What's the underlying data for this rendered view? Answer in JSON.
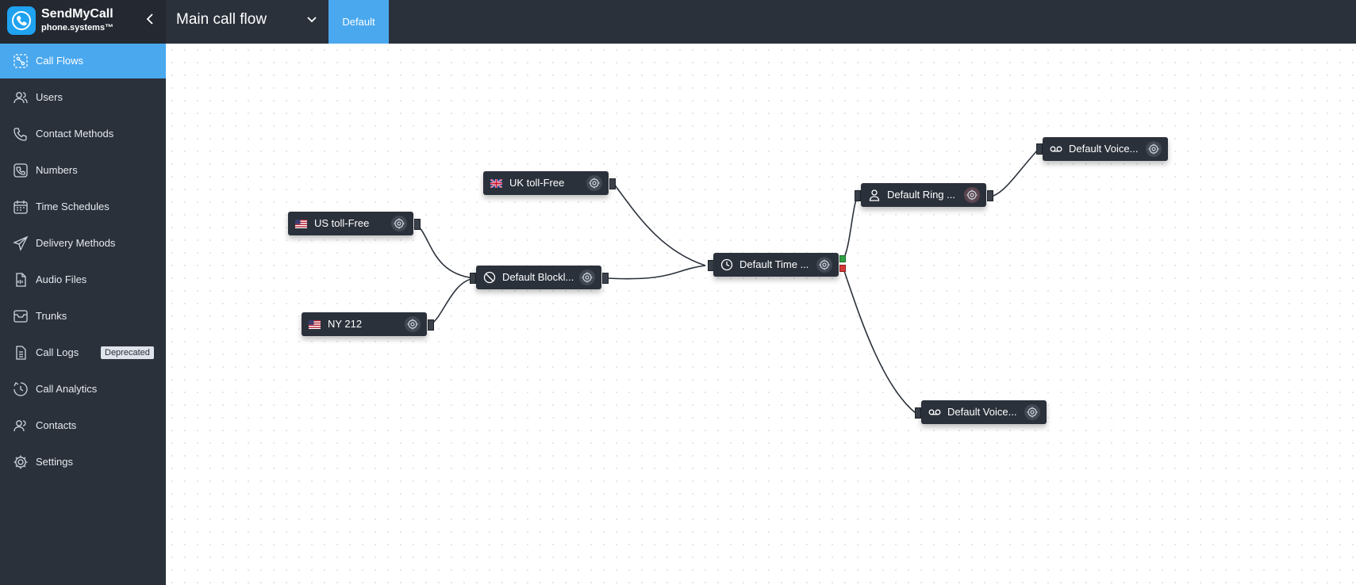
{
  "app": {
    "name": "SendMyCall",
    "subtitle": "phone.systems™"
  },
  "header": {
    "title": "Main call flow",
    "tab": "Default"
  },
  "sidebar": {
    "items": [
      {
        "label": "Call Flows",
        "icon": "call-flows-icon",
        "active": true
      },
      {
        "label": "Users",
        "icon": "users-icon"
      },
      {
        "label": "Contact Methods",
        "icon": "contact-methods-icon"
      },
      {
        "label": "Numbers",
        "icon": "numbers-icon"
      },
      {
        "label": "Time Schedules",
        "icon": "calendar-icon"
      },
      {
        "label": "Delivery Methods",
        "icon": "send-icon"
      },
      {
        "label": "Audio Files",
        "icon": "audio-file-icon"
      },
      {
        "label": "Trunks",
        "icon": "trunk-icon"
      },
      {
        "label": "Call Logs",
        "icon": "call-logs-icon",
        "badge": "Deprecated"
      },
      {
        "label": "Call Analytics",
        "icon": "analytics-icon"
      },
      {
        "label": "Contacts",
        "icon": "contacts-icon"
      },
      {
        "label": "Settings",
        "icon": "gear-icon"
      }
    ]
  },
  "flow": {
    "nodes": {
      "uk_toll_free": {
        "label": "UK toll-Free",
        "icon": "uk-flag-icon"
      },
      "us_toll_free": {
        "label": "US toll-Free",
        "icon": "us-flag-icon"
      },
      "ny_212": {
        "label": "NY 212",
        "icon": "us-flag-icon"
      },
      "blocklist": {
        "label": "Default Blockl...",
        "icon": "block-icon"
      },
      "time_schedule": {
        "label": "Default Time ...",
        "icon": "clock-icon"
      },
      "ring_group": {
        "label": "Default Ring ...",
        "icon": "user-icon"
      },
      "voicemail_top": {
        "label": "Default Voice...",
        "icon": "voicemail-icon"
      },
      "voicemail_bottom": {
        "label": "Default Voice...",
        "icon": "voicemail-icon"
      }
    }
  },
  "colors": {
    "accent": "#4aa8ee",
    "sidebar": "#2b313b",
    "node": "#2b313b",
    "port_open": "#2ea043",
    "port_closed": "#d63838"
  }
}
